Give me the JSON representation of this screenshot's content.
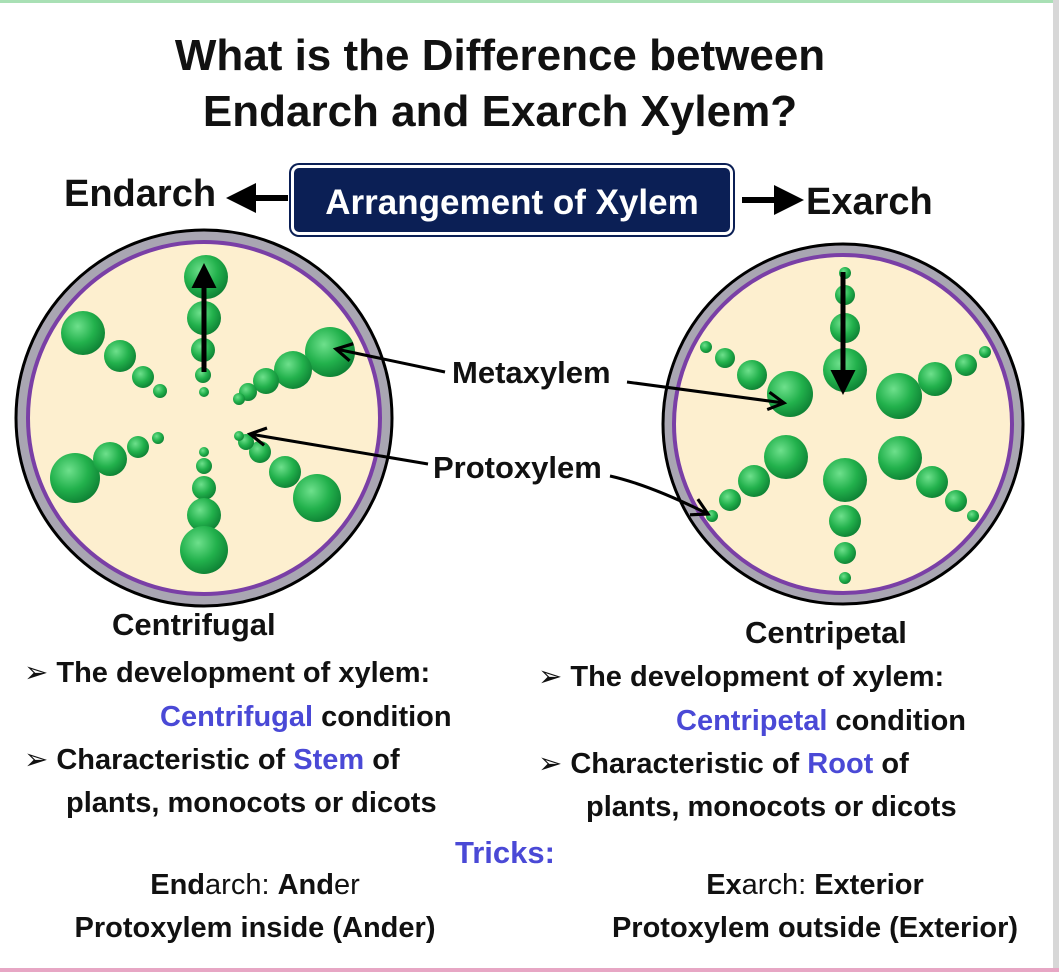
{
  "title": {
    "line1": "What is the Difference between",
    "line2": "Endarch and Exarch Xylem?"
  },
  "banner": "Arrangement of Xylem",
  "left_head": "Endarch",
  "right_head": "Exarch",
  "labels": {
    "metaxylem": "Metaxylem",
    "protoxylem": "Protoxylem"
  },
  "left": {
    "caption": "Centrifugal",
    "b1a": "The development of xylem:",
    "b1_hl": "Centrifugal",
    "b1_rest": "condition",
    "b2_pre": "Characteristic of",
    "b2_hl": "Stem",
    "b2_post": "of",
    "b2_line2": "plants, monocots or dicots"
  },
  "right": {
    "caption": "Centripetal",
    "b1a": "The development of xylem:",
    "b1_hl": "Centripetal",
    "b1_rest": "condition",
    "b2_pre": "Characteristic of",
    "b2_hl": "Root",
    "b2_post": "of",
    "b2_line2": "plants, monocots or dicots"
  },
  "tricks": {
    "label": "Tricks:",
    "left1_bold": "End",
    "left1_mid": "arch: ",
    "left1_bold2": "And",
    "left1_end": "er",
    "left2": "Protoxylem inside (Ander)",
    "right1_bold": "Ex",
    "right1_mid": "arch: ",
    "right1_bold2": "Exterior",
    "right2": "Protoxylem outside (Exterior)"
  },
  "colors": {
    "banner": "#0b1f55",
    "highlight": "#4a49d6",
    "vessel": "#23b14d",
    "ground": "#fdefcf",
    "ring": "#7a3fa6"
  }
}
